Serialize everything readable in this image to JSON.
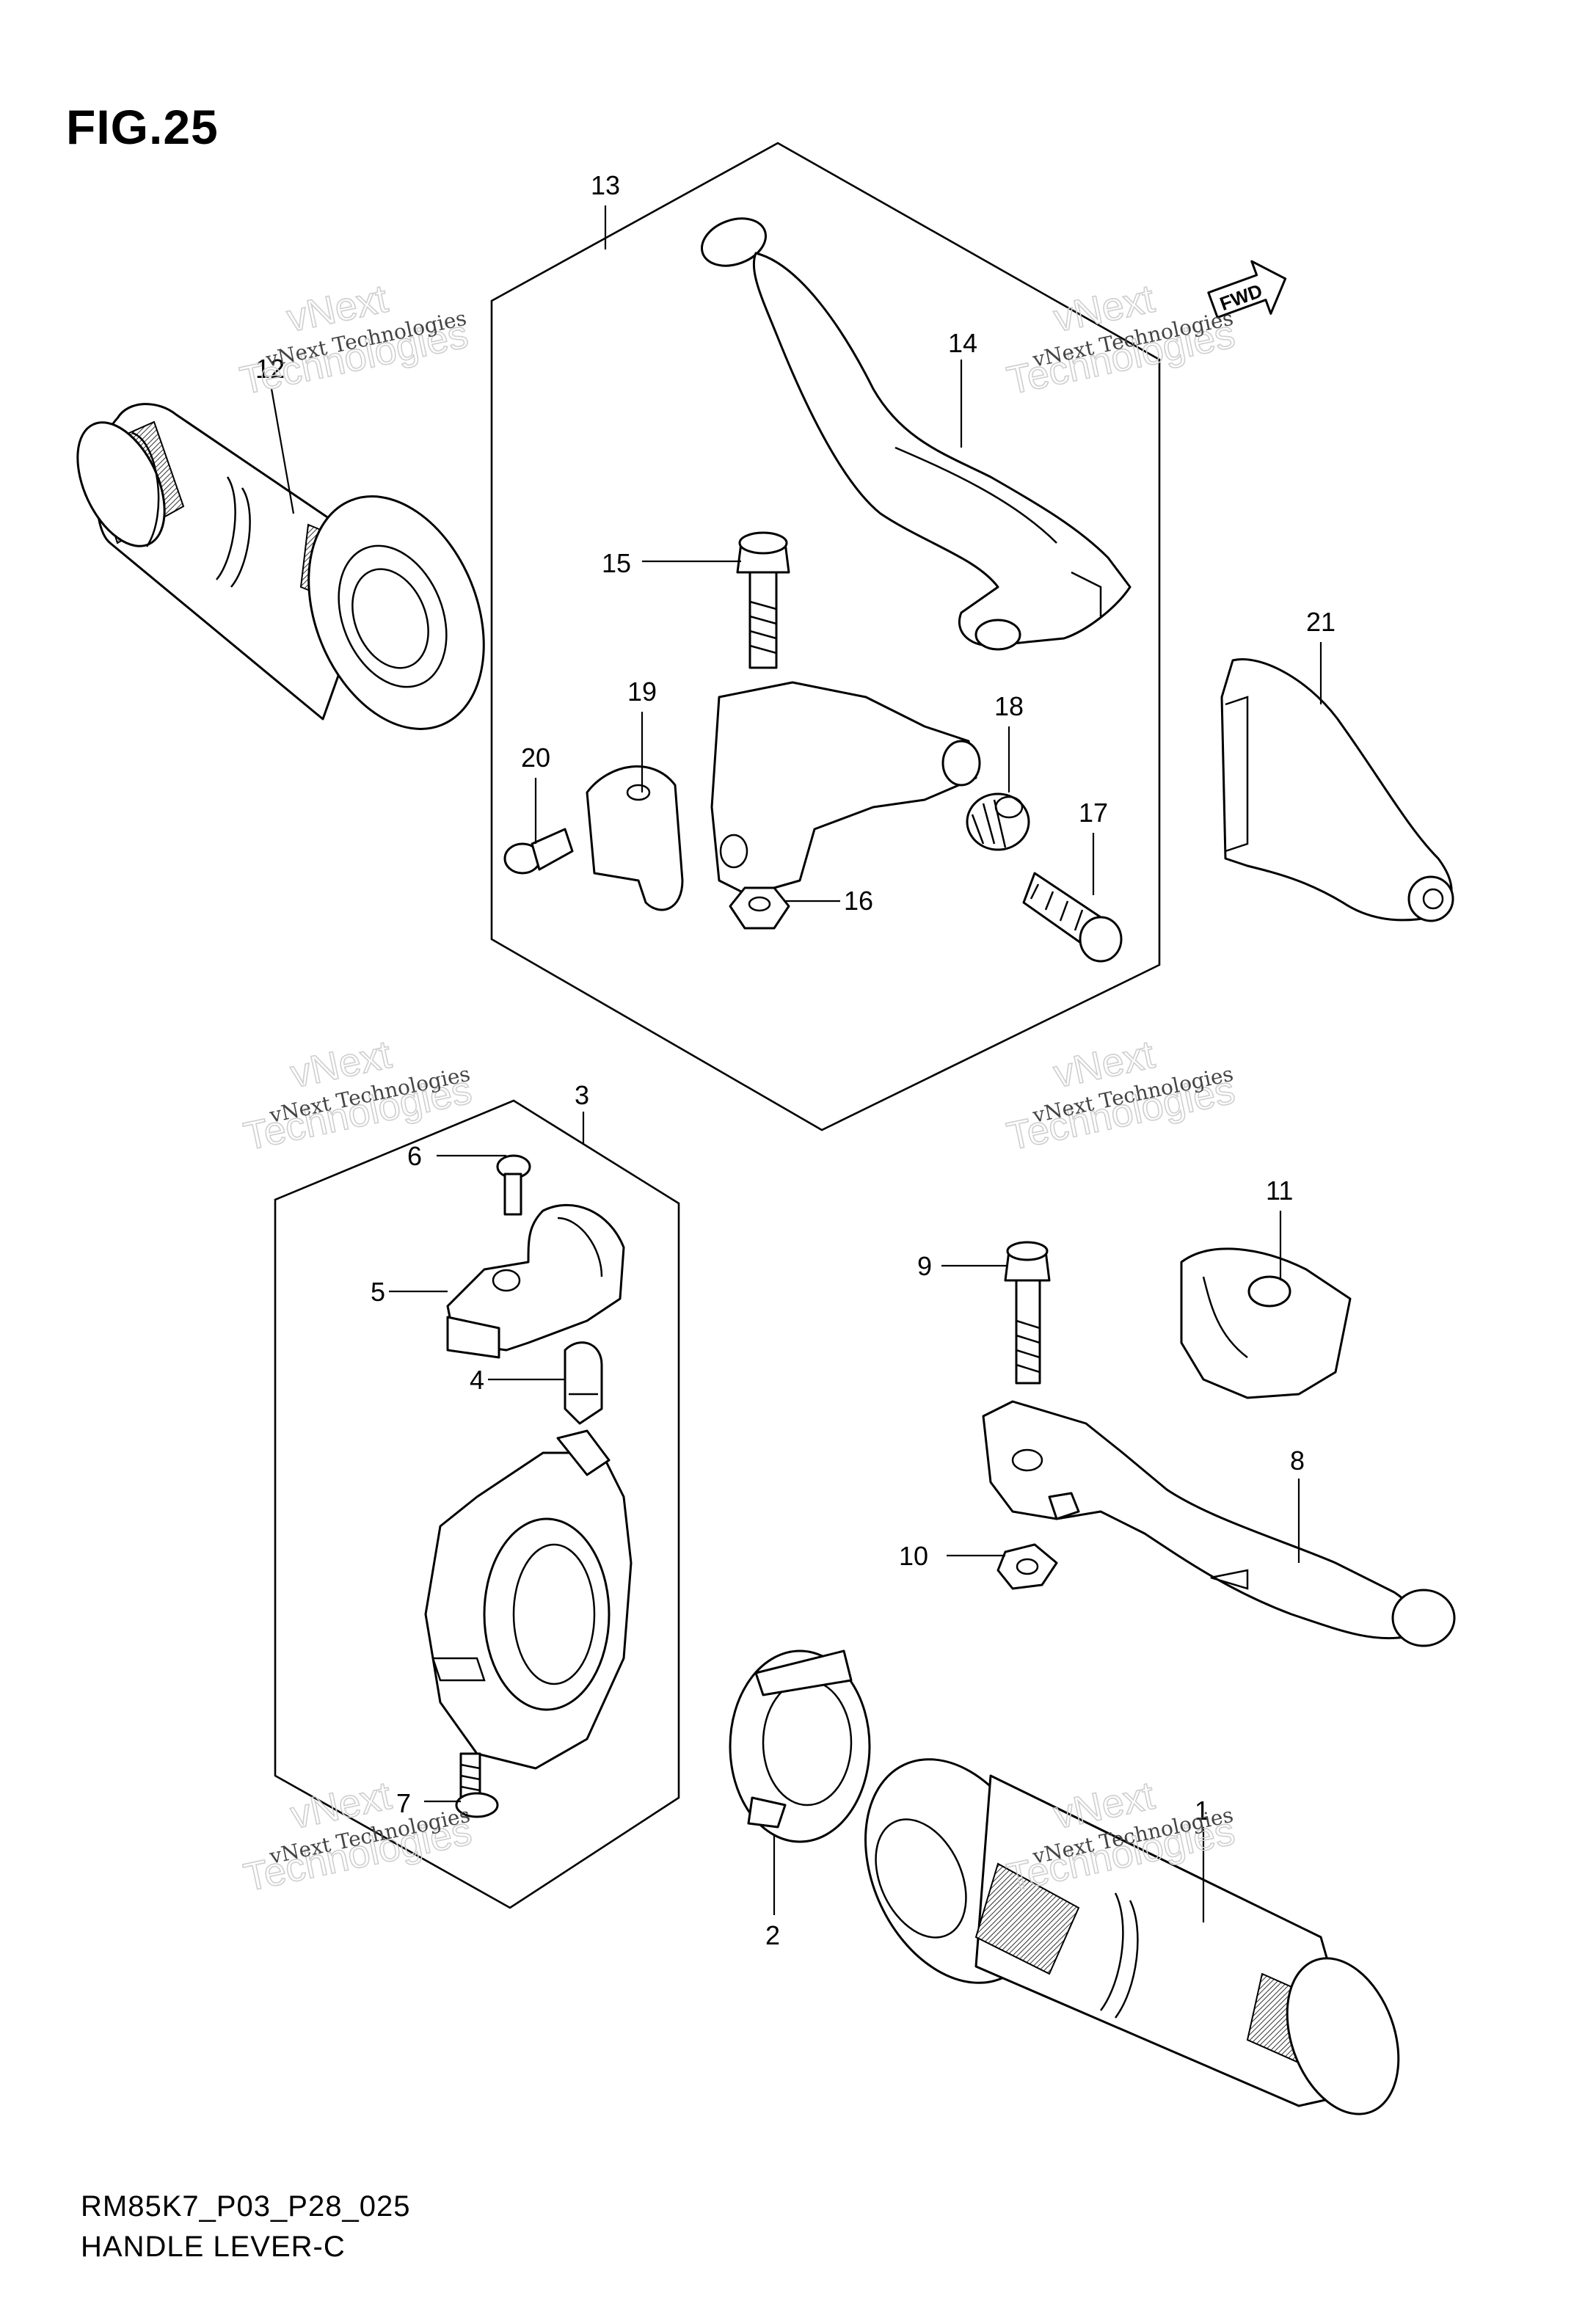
{
  "figure": {
    "title": "FIG.25",
    "model_code": "RM85K7_P03_P28_025",
    "name": "HANDLE LEVER-C"
  },
  "watermark": {
    "line1": "vNext Technologies",
    "line2": "vNext",
    "line3": "Technologies"
  },
  "fwd_label": "FWD",
  "callouts": [
    "1",
    "2",
    "3",
    "4",
    "5",
    "6",
    "7",
    "8",
    "9",
    "10",
    "11",
    "12",
    "13",
    "14",
    "15",
    "16",
    "17",
    "18",
    "19",
    "20",
    "21"
  ]
}
